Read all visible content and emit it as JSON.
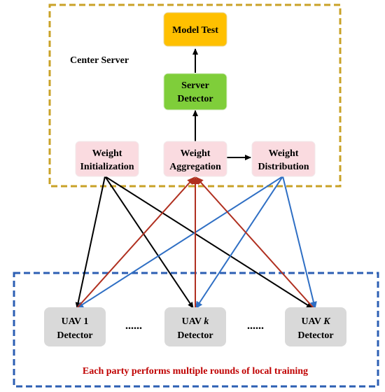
{
  "center_server": {
    "label": "Center Server",
    "nodes": {
      "model_test": {
        "label": "Model Test"
      },
      "server_detector": {
        "line1": "Server",
        "line2": "Detector"
      },
      "weight_initialization": {
        "line1": "Weight",
        "line2": "Initialization"
      },
      "weight_aggregation": {
        "line1": "Weight",
        "line2": "Aggregation"
      },
      "weight_distribution": {
        "line1": "Weight",
        "line2": "Distribution"
      }
    }
  },
  "local_parties": {
    "caption": "Each party performs multiple rounds of local training",
    "detectors": [
      {
        "line1": "UAV 1",
        "line2": "Detector"
      },
      {
        "line1_prefix": "UAV ",
        "line1_var": "k",
        "line2": "Detector"
      },
      {
        "line1_prefix": "UAV ",
        "line1_var": "K",
        "line2": "Detector"
      }
    ],
    "ellipsis": "......"
  },
  "colors": {
    "server_border": "#c9a227",
    "local_border": "#2c5fb3",
    "model_test_fill": "#ffc000",
    "server_detector_fill": "#7fce3a",
    "weight_fill": "#fadbe0",
    "detector_fill": "#d9d9d9",
    "caption": "#c00000",
    "edge_init": "#000000",
    "edge_upload": "#b03020",
    "edge_distribute": "#2f6fc4"
  }
}
